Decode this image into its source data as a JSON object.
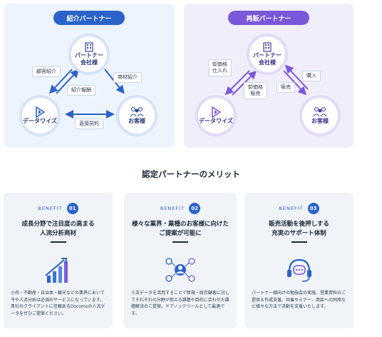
{
  "referral_panel": {
    "badge": "紹介パートナー",
    "partner_label": "パートナー\n会社様",
    "datawise_label": "データワイズ",
    "customer_label": "お客様",
    "tag_customer_referral": "顧客紹介",
    "tag_referral_fee": "紹介報酬",
    "tag_product_referral": "商材紹介",
    "tag_direct_contract": "直接契約"
  },
  "resale_panel": {
    "badge": "再販パートナー",
    "partner_label": "パートナー\n会社様",
    "datawise_label": "データワイズ",
    "customer_label": "お客様",
    "tag_wholesale_purchase": "卸価格\n仕入れ",
    "tag_wholesale_sale": "卸価格\n販売",
    "tag_sales": "販売",
    "tag_purchase": "購入"
  },
  "merits_title": "認定パートナーのメリット",
  "benefits": [
    {
      "label": "BENEFIT",
      "number": "01",
      "title": "成長分野で注目度の高まる\n人流分析商材",
      "body": "小売・不動産・自治体・観光などの業界において今や人流分析は必須のサービスになっています。貴社のクライアントに信頼あるDocomoの人流データをぜひご提案ください。",
      "icon": "growth-bar-chart-icon"
    },
    {
      "label": "BENEFIT",
      "number": "02",
      "title": "様々な業界・業種のお客様に向けた\nご提案が可能に",
      "body": "人流データを活用することで新規・既存顧客に対してそれぞれの分野が抱える課題や目的に合わせた課題解決のご提案。ドアノックツールとして最適です。",
      "icon": "people-network-icon"
    },
    {
      "label": "BENEFIT",
      "number": "03",
      "title": "販売活動を後押しする\n充実のサポート体制",
      "body": "パートナー様向けの勉強会の実施、営業資料のご提供＆作成支援、共催セミナー、商談への同席など様々な方法で活動を支援いたします。",
      "icon": "support-headset-icon"
    }
  ],
  "colors": {
    "blue": "#2b63c9",
    "purple": "#7a58d9",
    "referral_panel_bg": "#eef4fd",
    "resale_panel_bg": "#f1eefb",
    "card_bg": "#f0f3f7"
  }
}
